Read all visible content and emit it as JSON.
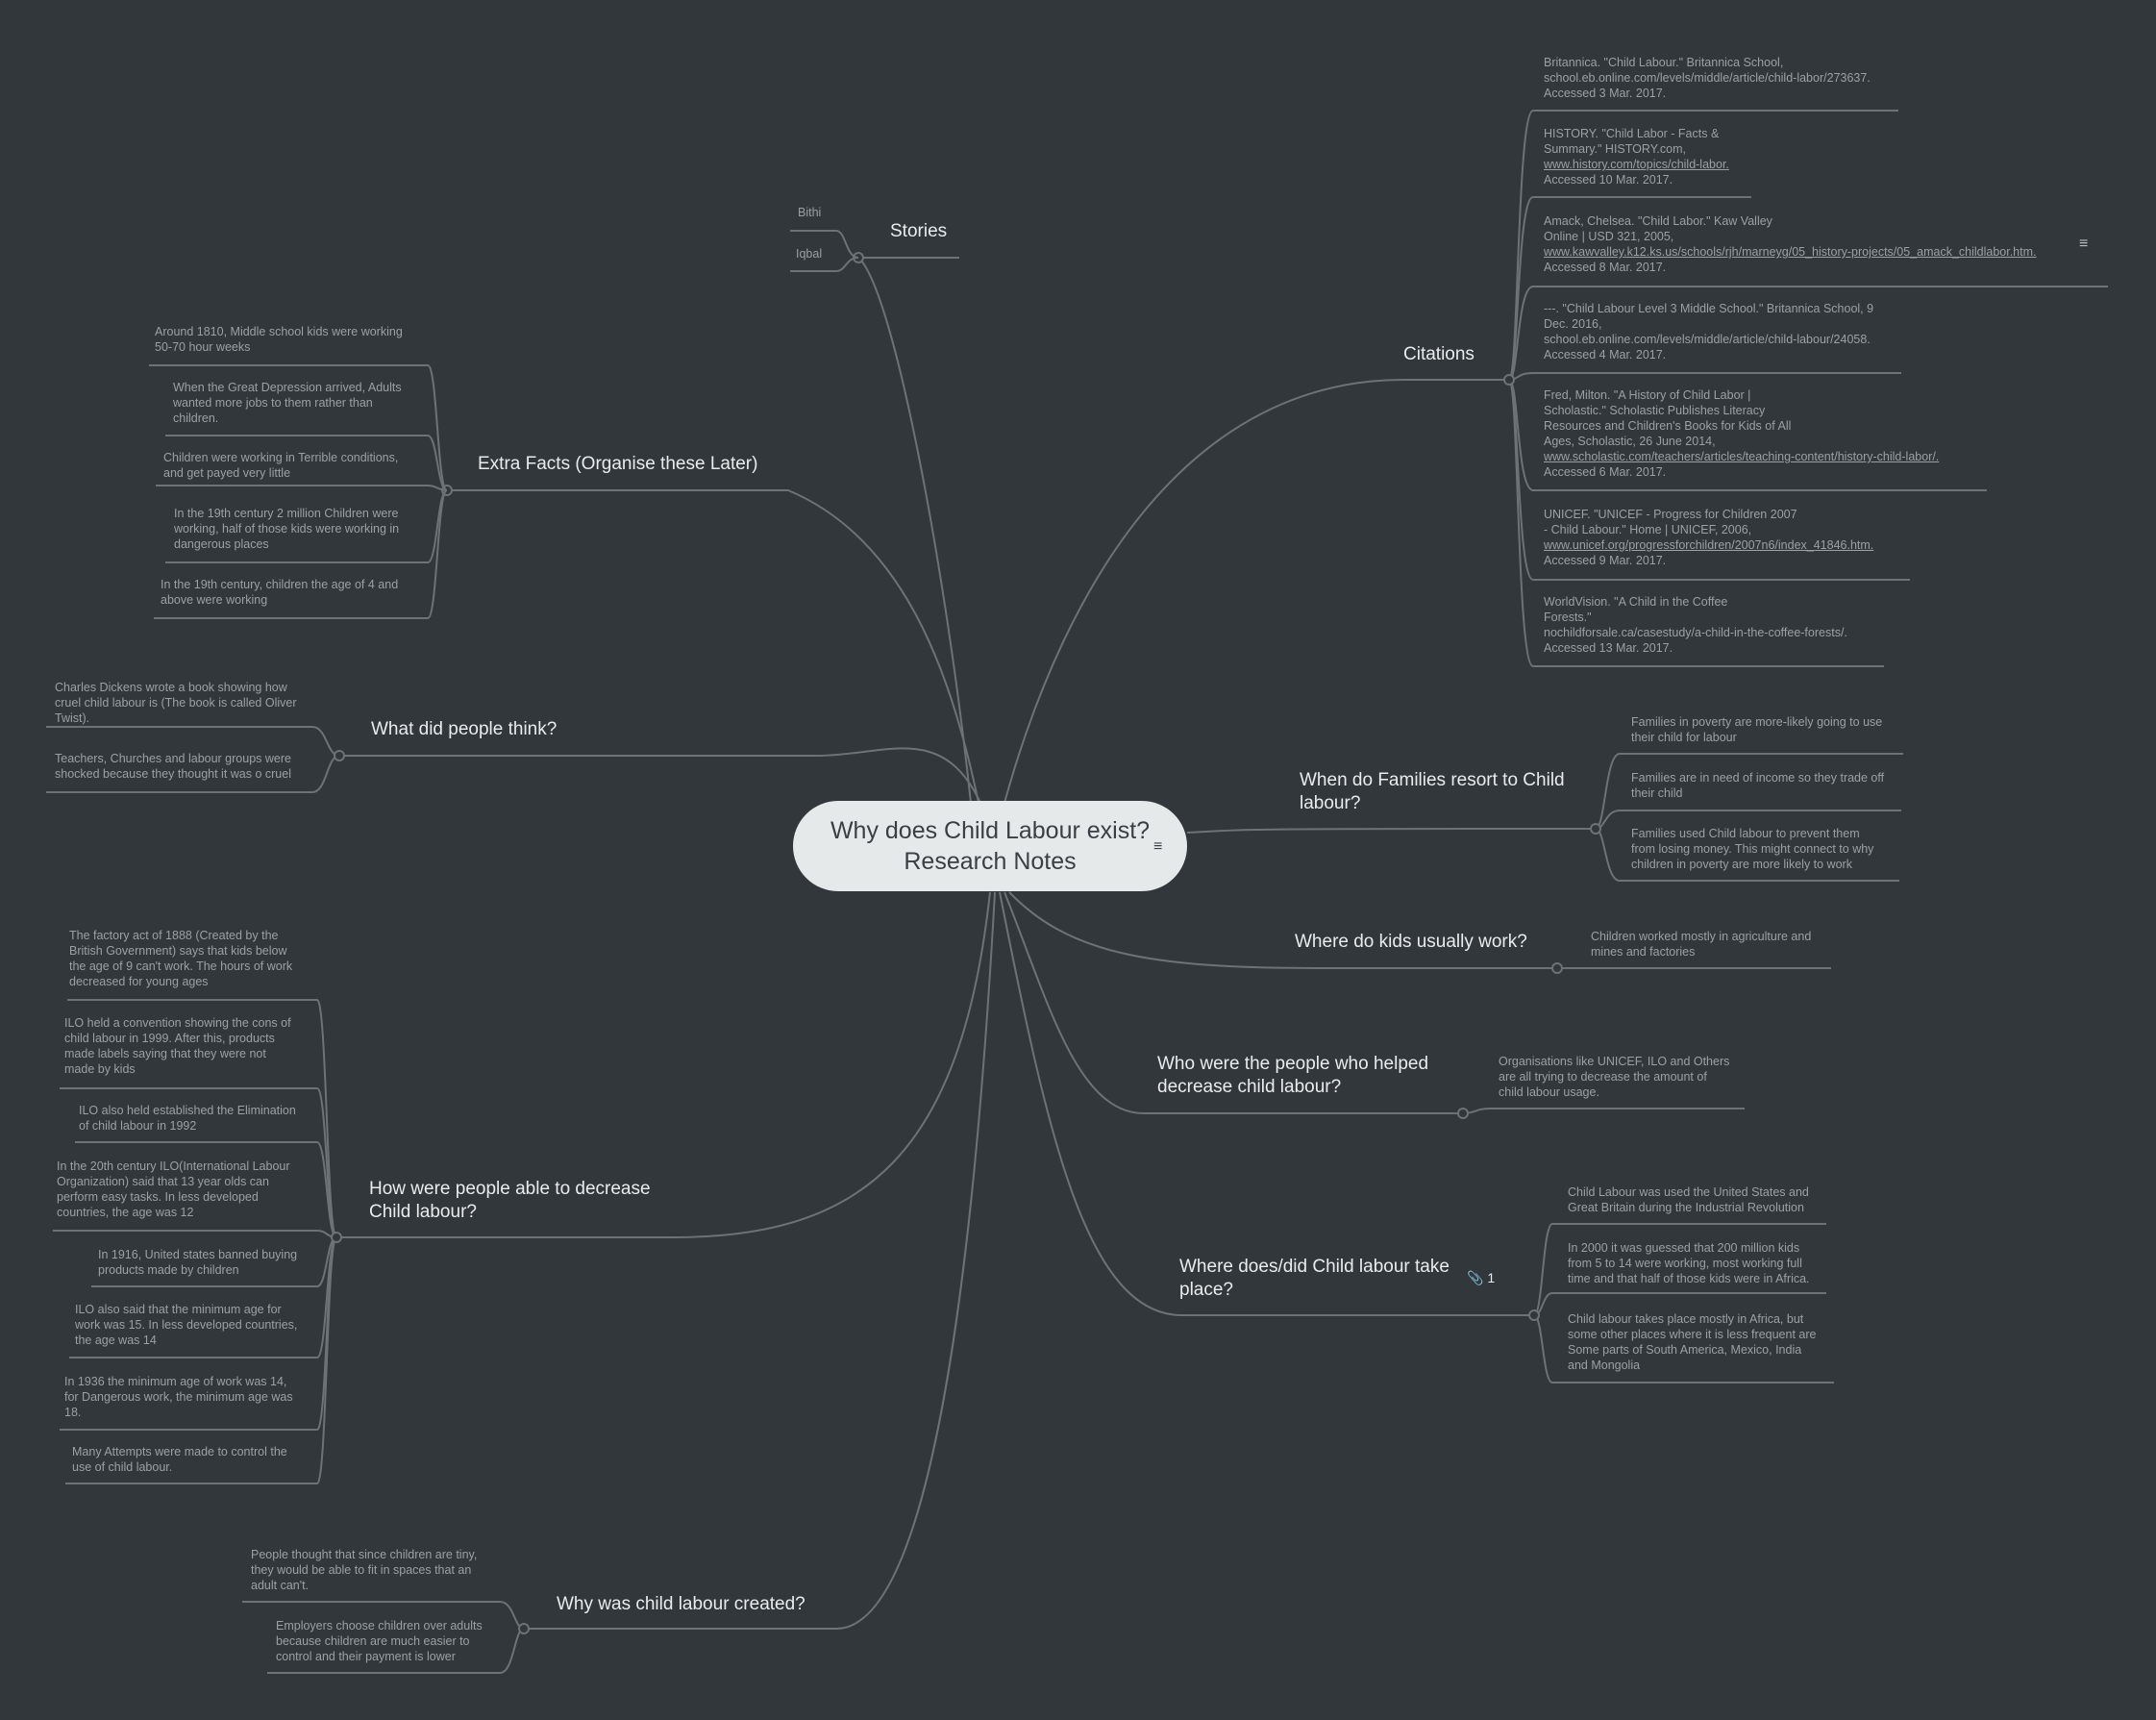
{
  "root": {
    "line1": "Why does Child Labour exist?",
    "line2": "Research Notes",
    "note_icon": "note-icon"
  },
  "stories": {
    "title": "Stories",
    "children": [
      "Bithi",
      "Iqbal"
    ]
  },
  "extra_facts": {
    "title": "Extra Facts (Organise these Later)",
    "children": [
      [
        "Around 1810, Middle school kids were working",
        "50-70 hour weeks"
      ],
      [
        "When the Great Depression arrived, Adults",
        "wanted more jobs to them rather than",
        "children."
      ],
      [
        "Children were working in Terrible conditions,",
        "and get payed very little"
      ],
      [
        "In the 19th century 2 million Children were",
        "working, half of those kids were working in",
        "dangerous places"
      ],
      [
        "In the 19th century, children the age of 4 and",
        "above were working"
      ]
    ]
  },
  "people_think": {
    "title": "What did people think?",
    "children": [
      [
        "Charles Dickens wrote a book showing how",
        "cruel child labour is (The book is called Oliver",
        "Twist)."
      ],
      [
        "Teachers, Churches and labour groups were",
        "shocked because they thought it was o cruel"
      ]
    ]
  },
  "decrease": {
    "title_lines": [
      "How were people able to decrease",
      "Child labour?"
    ],
    "children": [
      [
        "The factory act of 1888 (Created by the",
        "British Government) says that kids below",
        "the age of 9 can't work. The hours of work",
        "decreased for young ages"
      ],
      [
        "ILO held a convention showing the cons of",
        "child labour in 1999. After this, products",
        "made labels saying that they were not",
        "made by kids"
      ],
      [
        "ILO also held established the Elimination",
        "of child labour in 1992"
      ],
      [
        "In the 20th century ILO(International Labour",
        "Organization) said that 13 year olds can",
        "perform easy tasks. In less developed",
        "countries, the age was 12"
      ],
      [
        "In 1916, United states banned buying",
        "products made by children"
      ],
      [
        "ILO also said that the minimum age for",
        "work was 15. In less developed countries,",
        "the age was 14"
      ],
      [
        "In 1936 the minimum age of work was 14,",
        "for Dangerous work, the minimum age was",
        "18."
      ],
      [
        "Many Attempts were made to control the",
        "use of child labour."
      ]
    ]
  },
  "created": {
    "title": "Why was child labour created?",
    "children": [
      [
        "People thought that since children are tiny,",
        "they would be able to fit in spaces that an",
        "adult can't."
      ],
      [
        "Employers choose children over adults",
        "because children are much easier to",
        "control and their payment is lower"
      ]
    ]
  },
  "citations": {
    "title": "Citations",
    "note_icon": "note-icon",
    "children": [
      [
        "Britannica. \"Child Labour.\" Britannica School,",
        "school.eb.online.com/levels/middle/article/child-labor/273637.",
        "Accessed 3 Mar. 2017."
      ],
      [
        "HISTORY. \"Child Labor - Facts &",
        "Summary.\" HISTORY.com,",
        "www.history.com/topics/child-labor.",
        "Accessed 10 Mar. 2017."
      ],
      [
        "Amack, Chelsea. \"Child Labor.\" Kaw Valley",
        "Online | USD 321, 2005,",
        "www.kawvalley.k12.ks.us/schools/rjh/marneyg/05_history-projects/05_amack_childlabor.htm.",
        "Accessed 8 Mar. 2017."
      ],
      [
        "---. \"Child Labour Level 3 Middle School.\" Britannica School, 9",
        "Dec. 2016,",
        "school.eb.online.com/levels/middle/article/child-labour/24058.",
        "Accessed 4 Mar. 2017."
      ],
      [
        "Fred, Milton. \"A History of Child Labor |",
        "Scholastic.\" Scholastic Publishes Literacy",
        "Resources and Children's Books for Kids of All",
        "Ages, Scholastic, 26 June 2014,",
        "www.scholastic.com/teachers/articles/teaching-content/history-child-labor/.",
        "Accessed 6 Mar. 2017."
      ],
      [
        "UNICEF. \"UNICEF - Progress for Children 2007",
        "- Child Labour.\" Home | UNICEF, 2006,",
        "www.unicef.org/progressforchildren/2007n6/index_41846.htm.",
        "Accessed 9 Mar. 2017."
      ],
      [
        "WorldVision. \"A Child in the Coffee",
        "Forests.\"",
        "nochildforsale.ca/casestudy/a-child-in-the-coffee-forests/.",
        "Accessed 13 Mar. 2017."
      ]
    ]
  },
  "families": {
    "title_lines": [
      "When do Families resort to Child",
      "labour?"
    ],
    "children": [
      [
        "Families in poverty are more-likely going to use",
        "their child for labour"
      ],
      [
        "Families are in need of income so they trade off",
        "their child"
      ],
      [
        "Families used Child labour to prevent them",
        "from losing money. This might connect to why",
        "children in poverty are more likely to work"
      ]
    ]
  },
  "where_work": {
    "title": "Where do kids usually work?",
    "children": [
      [
        "Children worked mostly in agriculture and",
        "mines and factories"
      ]
    ]
  },
  "who_helped": {
    "title_lines": [
      "Who were the people who helped",
      "decrease child labour?"
    ],
    "children": [
      [
        "Organisations like UNICEF, ILO and Others",
        "are all trying to decrease the amount of",
        "child labour usage."
      ]
    ]
  },
  "where_place": {
    "title_lines": [
      "Where does/did Child labour take",
      "place?"
    ],
    "attachment_count": "1",
    "attachment_icon": "paperclip-icon",
    "children": [
      [
        "Child Labour was used the United States and",
        "Great Britain during the Industrial Revolution"
      ],
      [
        "In 2000 it was guessed that 200 million kids",
        "from 5 to 14 were working, most working full",
        "time and that half of those kids were in Africa."
      ],
      [
        "Child labour takes place mostly in Africa, but",
        "some other places where it is less frequent are",
        "Some parts of South America, Mexico, India",
        "and Mongolia"
      ]
    ]
  }
}
